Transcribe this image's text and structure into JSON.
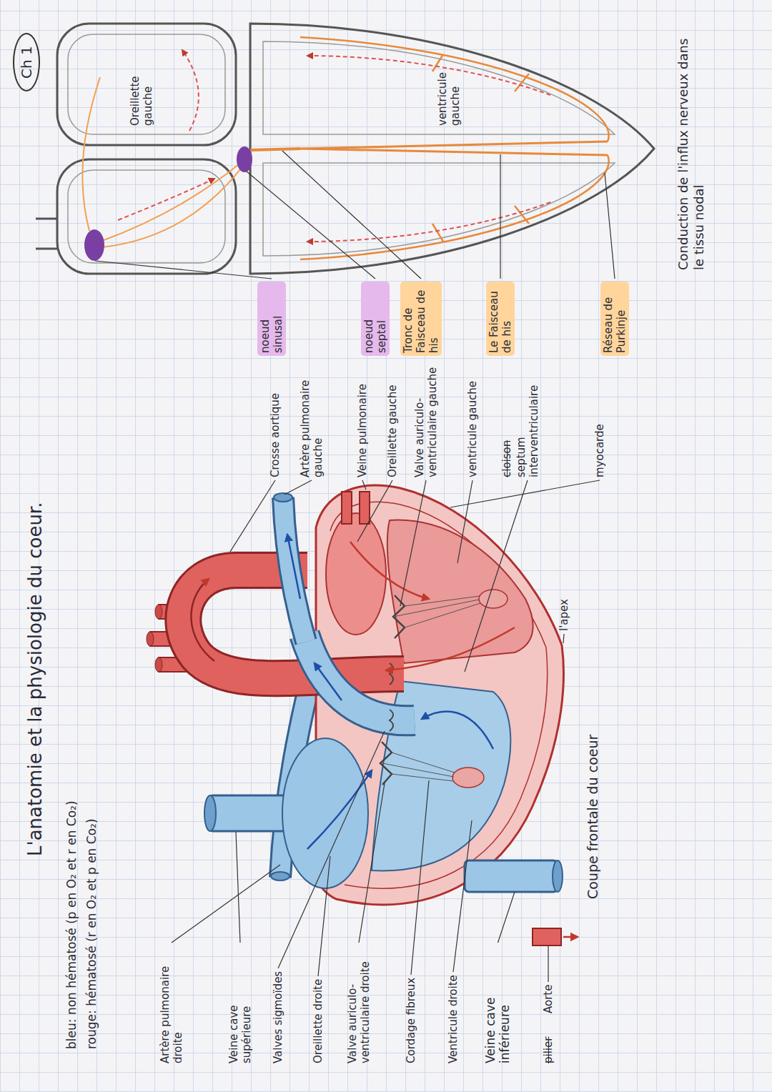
{
  "diagram": {
    "title": "L'anatomie et la physiologie du coeur.",
    "nodes": [
      {
        "text": [
          "Ch 1"
        ]
      },
      {
        "text": [
          "noeud sinusal"
        ]
      },
      {
        "text": [
          "noeud septal"
        ]
      },
      {
        "text": [
          "Tronc de Faisceau de his"
        ]
      },
      {
        "text": [
          "Le Faisceau de his"
        ]
      },
      {
        "text": [
          "Réseau de Purkinje"
        ]
      }
    ],
    "labels": [
      "bleu: non hématosé (p en O₂ et r en Co₂)",
      "rouge: hématosé (r en O₂ et p en Co₂)",
      "Artère pulmonaire droite",
      "Veine cave supérieure",
      "Valves sigmoïdes",
      "Oreillette droite",
      "Valve auriculo-ventriculaire droite",
      "Cordage fibreux",
      "Ventricule droite",
      "Veine cave inférieure",
      "pilier",
      "Aorte",
      "Crosse aortique",
      "Artère pulmonaire gauche",
      "Veine pulmonaire",
      "Oreillette gauche",
      "Valve auriculo-ventriculaire gauche",
      "ventricule gauche",
      "cloison",
      "septum interventriculaire",
      "myocarde",
      "l'apex",
      "Coupe frontale du coeur",
      "Oreillette gauche",
      "ventricule gauche",
      "Conduction de l'influx nerveux dans le tissu nodal"
    ]
  }
}
